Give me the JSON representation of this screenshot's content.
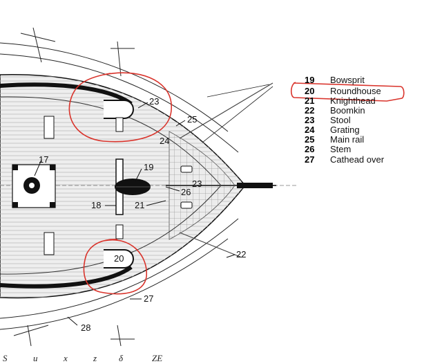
{
  "callouts": [
    {
      "text": "23"
    },
    {
      "text": "25"
    },
    {
      "text": "24"
    },
    {
      "text": "17"
    },
    {
      "text": "19"
    },
    {
      "text": "23"
    },
    {
      "text": "26"
    },
    {
      "text": "18"
    },
    {
      "text": "21"
    },
    {
      "text": "20"
    },
    {
      "text": "22"
    },
    {
      "text": "27"
    },
    {
      "text": "28"
    }
  ],
  "legend": [
    {
      "num": "19",
      "label": "Bowsprit"
    },
    {
      "num": "20",
      "label": "Roundhouse"
    },
    {
      "num": "21",
      "label": "Knighthead"
    },
    {
      "num": "22",
      "label": "Boomkin"
    },
    {
      "num": "23",
      "label": "Stool"
    },
    {
      "num": "24",
      "label": "Grating"
    },
    {
      "num": "25",
      "label": "Main rail"
    },
    {
      "num": "26",
      "label": "Stem"
    },
    {
      "num": "27",
      "label": "Cathead over"
    }
  ],
  "bottom_marks": [
    {
      "text": "S"
    },
    {
      "text": "u"
    },
    {
      "text": "x"
    },
    {
      "text": "z"
    },
    {
      "text": "δ"
    },
    {
      "text": "ZE"
    }
  ],
  "colors": {
    "ink": "#111111",
    "deck": "#e4e4e4",
    "annotation_red": "#d9332b"
  }
}
